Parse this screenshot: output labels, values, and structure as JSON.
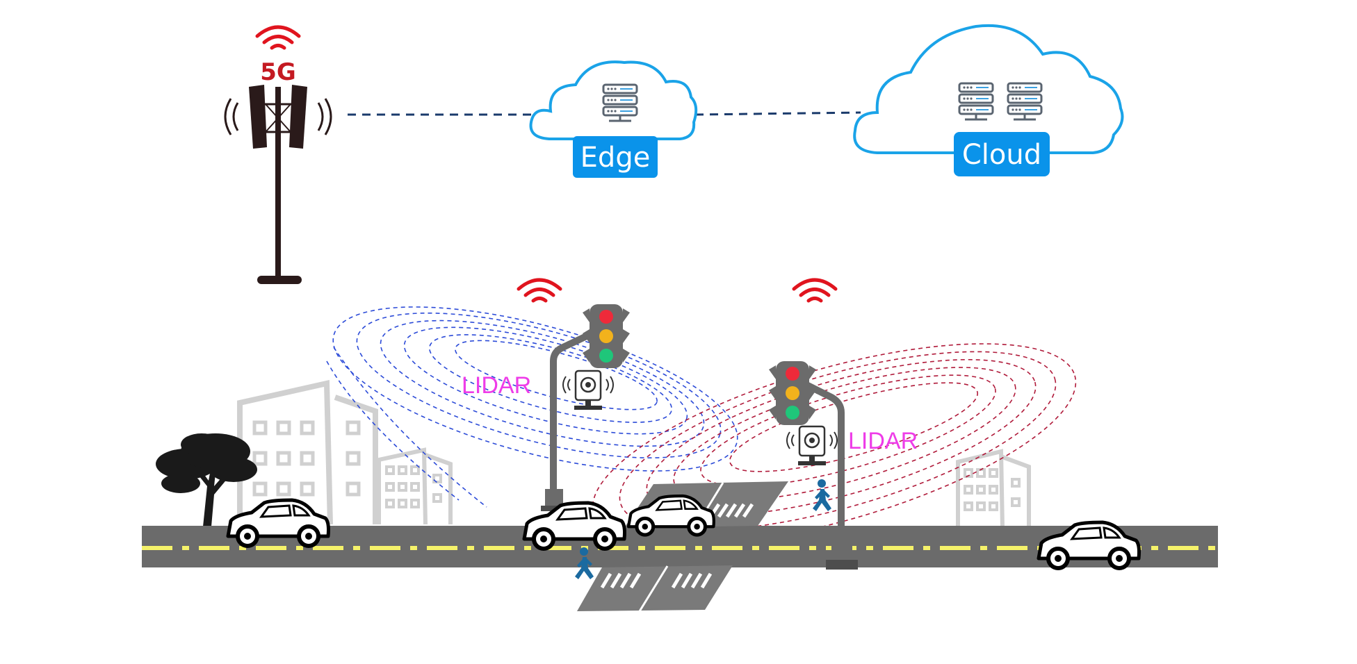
{
  "diagram": {
    "tower_label": "5G",
    "edge_label": "Edge",
    "cloud_label": "Cloud",
    "lidar_left_label": "LIDAR",
    "lidar_right_label": "LIDAR"
  },
  "colors": {
    "signal": "#e0141e",
    "tower": "#2a1a1a",
    "cloud_stroke": "#1aa3e8",
    "label_box": "#0a93ea",
    "link_line": "#1a3a6b",
    "lidar_text": "#ee3ce8",
    "lidar_blue": "#2c4bd8",
    "lidar_red": "#b01a3a",
    "road": "#6b6b6b",
    "road_marking": "#f5f26a",
    "building": "#cfcfcf",
    "pedestrian": "#1b6aa0"
  }
}
